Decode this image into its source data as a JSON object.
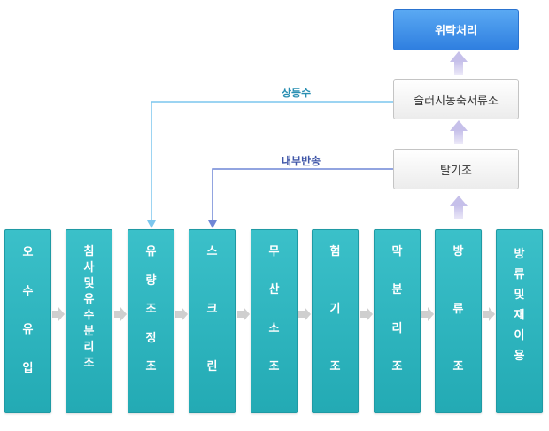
{
  "process_boxes": [
    {
      "id": "inflow",
      "chars": [
        "오",
        "수",
        "유",
        "입"
      ]
    },
    {
      "id": "grit-separation",
      "chars": [
        "침",
        "사",
        "및",
        "유",
        "수",
        "분",
        "리",
        "조"
      ]
    },
    {
      "id": "equalization",
      "chars": [
        "유",
        "량",
        "조",
        "정",
        "조"
      ]
    },
    {
      "id": "screen",
      "chars": [
        "스",
        "크",
        "린"
      ]
    },
    {
      "id": "anoxic",
      "chars": [
        "무",
        "산",
        "소",
        "조"
      ]
    },
    {
      "id": "aerobic",
      "chars": [
        "혐",
        "기",
        "조"
      ]
    },
    {
      "id": "membrane-separation",
      "chars": [
        "막",
        "분",
        "리",
        "조"
      ]
    },
    {
      "id": "discharge",
      "chars": [
        "방",
        "류",
        "조"
      ]
    },
    {
      "id": "discharge-reuse",
      "chars": [
        "방",
        "류",
        "및",
        "재",
        "이",
        "용"
      ]
    }
  ],
  "stack_boxes": {
    "consignment": "위탁처리",
    "sludge_thickening": "슬러지농축저류조",
    "dewatering": "탈기조"
  },
  "return_labels": {
    "supernatant": "상등수",
    "internal_return": "내부반송"
  },
  "colors": {
    "process_box": "#2bb3bd",
    "consignment_box": "#3f8fe9",
    "supernatant_line": "#7cc6ee",
    "internal_return_line": "#6f86d6",
    "flow_arrow": "#cfcfcf",
    "stack_arrow": "#d6d2ee"
  }
}
